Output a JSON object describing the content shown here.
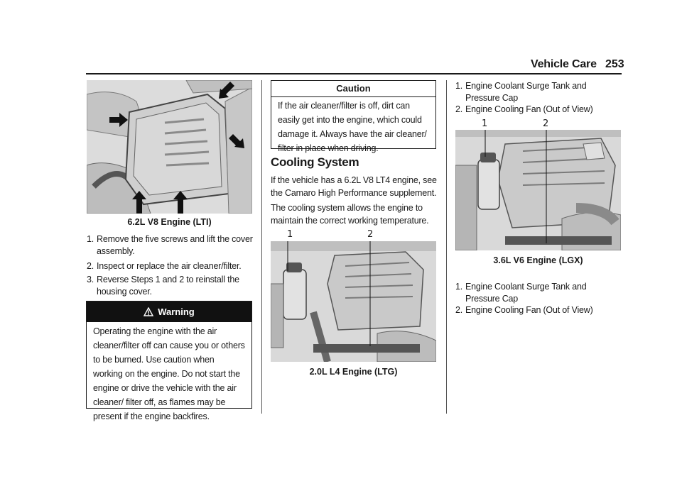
{
  "header": {
    "section": "Vehicle Care",
    "page": "253"
  },
  "col1": {
    "figure_caption": "6.2L V8 Engine (LTI)",
    "steps": [
      {
        "num": "1.",
        "text": "Remove the five screws and lift the cover assembly."
      },
      {
        "num": "2.",
        "text": "Inspect or replace the air cleaner/filter."
      },
      {
        "num": "3.",
        "text": "Reverse Steps 1 and 2 to reinstall the housing cover."
      }
    ],
    "warning": {
      "title": "Warning",
      "body": "Operating the engine with the air cleaner/filter off can cause you or others to be burned. Use caution when working on the engine. Do not start the engine or drive the vehicle with the air cleaner/ filter off, as flames may be present if the engine backfires."
    }
  },
  "col2": {
    "caution": {
      "title": "Caution",
      "body": "If the air cleaner/filter is off, dirt can easily get into the engine, which could damage it. Always have the air cleaner/ filter in place when driving."
    },
    "heading": "Cooling System",
    "para1": "If the vehicle has a 6.2L V8 LT4 engine, see the Camaro High Performance supplement.",
    "para2": "The cooling system allows the engine to maintain the correct working temperature.",
    "figure_callouts": [
      "1",
      "2"
    ],
    "figure_caption": "2.0L L4 Engine (LTG)"
  },
  "col3": {
    "list_top": [
      {
        "num": "1.",
        "text": "Engine Coolant Surge Tank and Pressure Cap"
      },
      {
        "num": "2.",
        "text": "Engine Cooling Fan (Out of View)"
      }
    ],
    "figure_callouts": [
      "1",
      "2"
    ],
    "figure_caption": "3.6L V6 Engine (LGX)",
    "list_bottom": [
      {
        "num": "1.",
        "text": "Engine Coolant Surge Tank and Pressure Cap"
      },
      {
        "num": "2.",
        "text": "Engine Cooling Fan (Out of View)"
      }
    ]
  }
}
